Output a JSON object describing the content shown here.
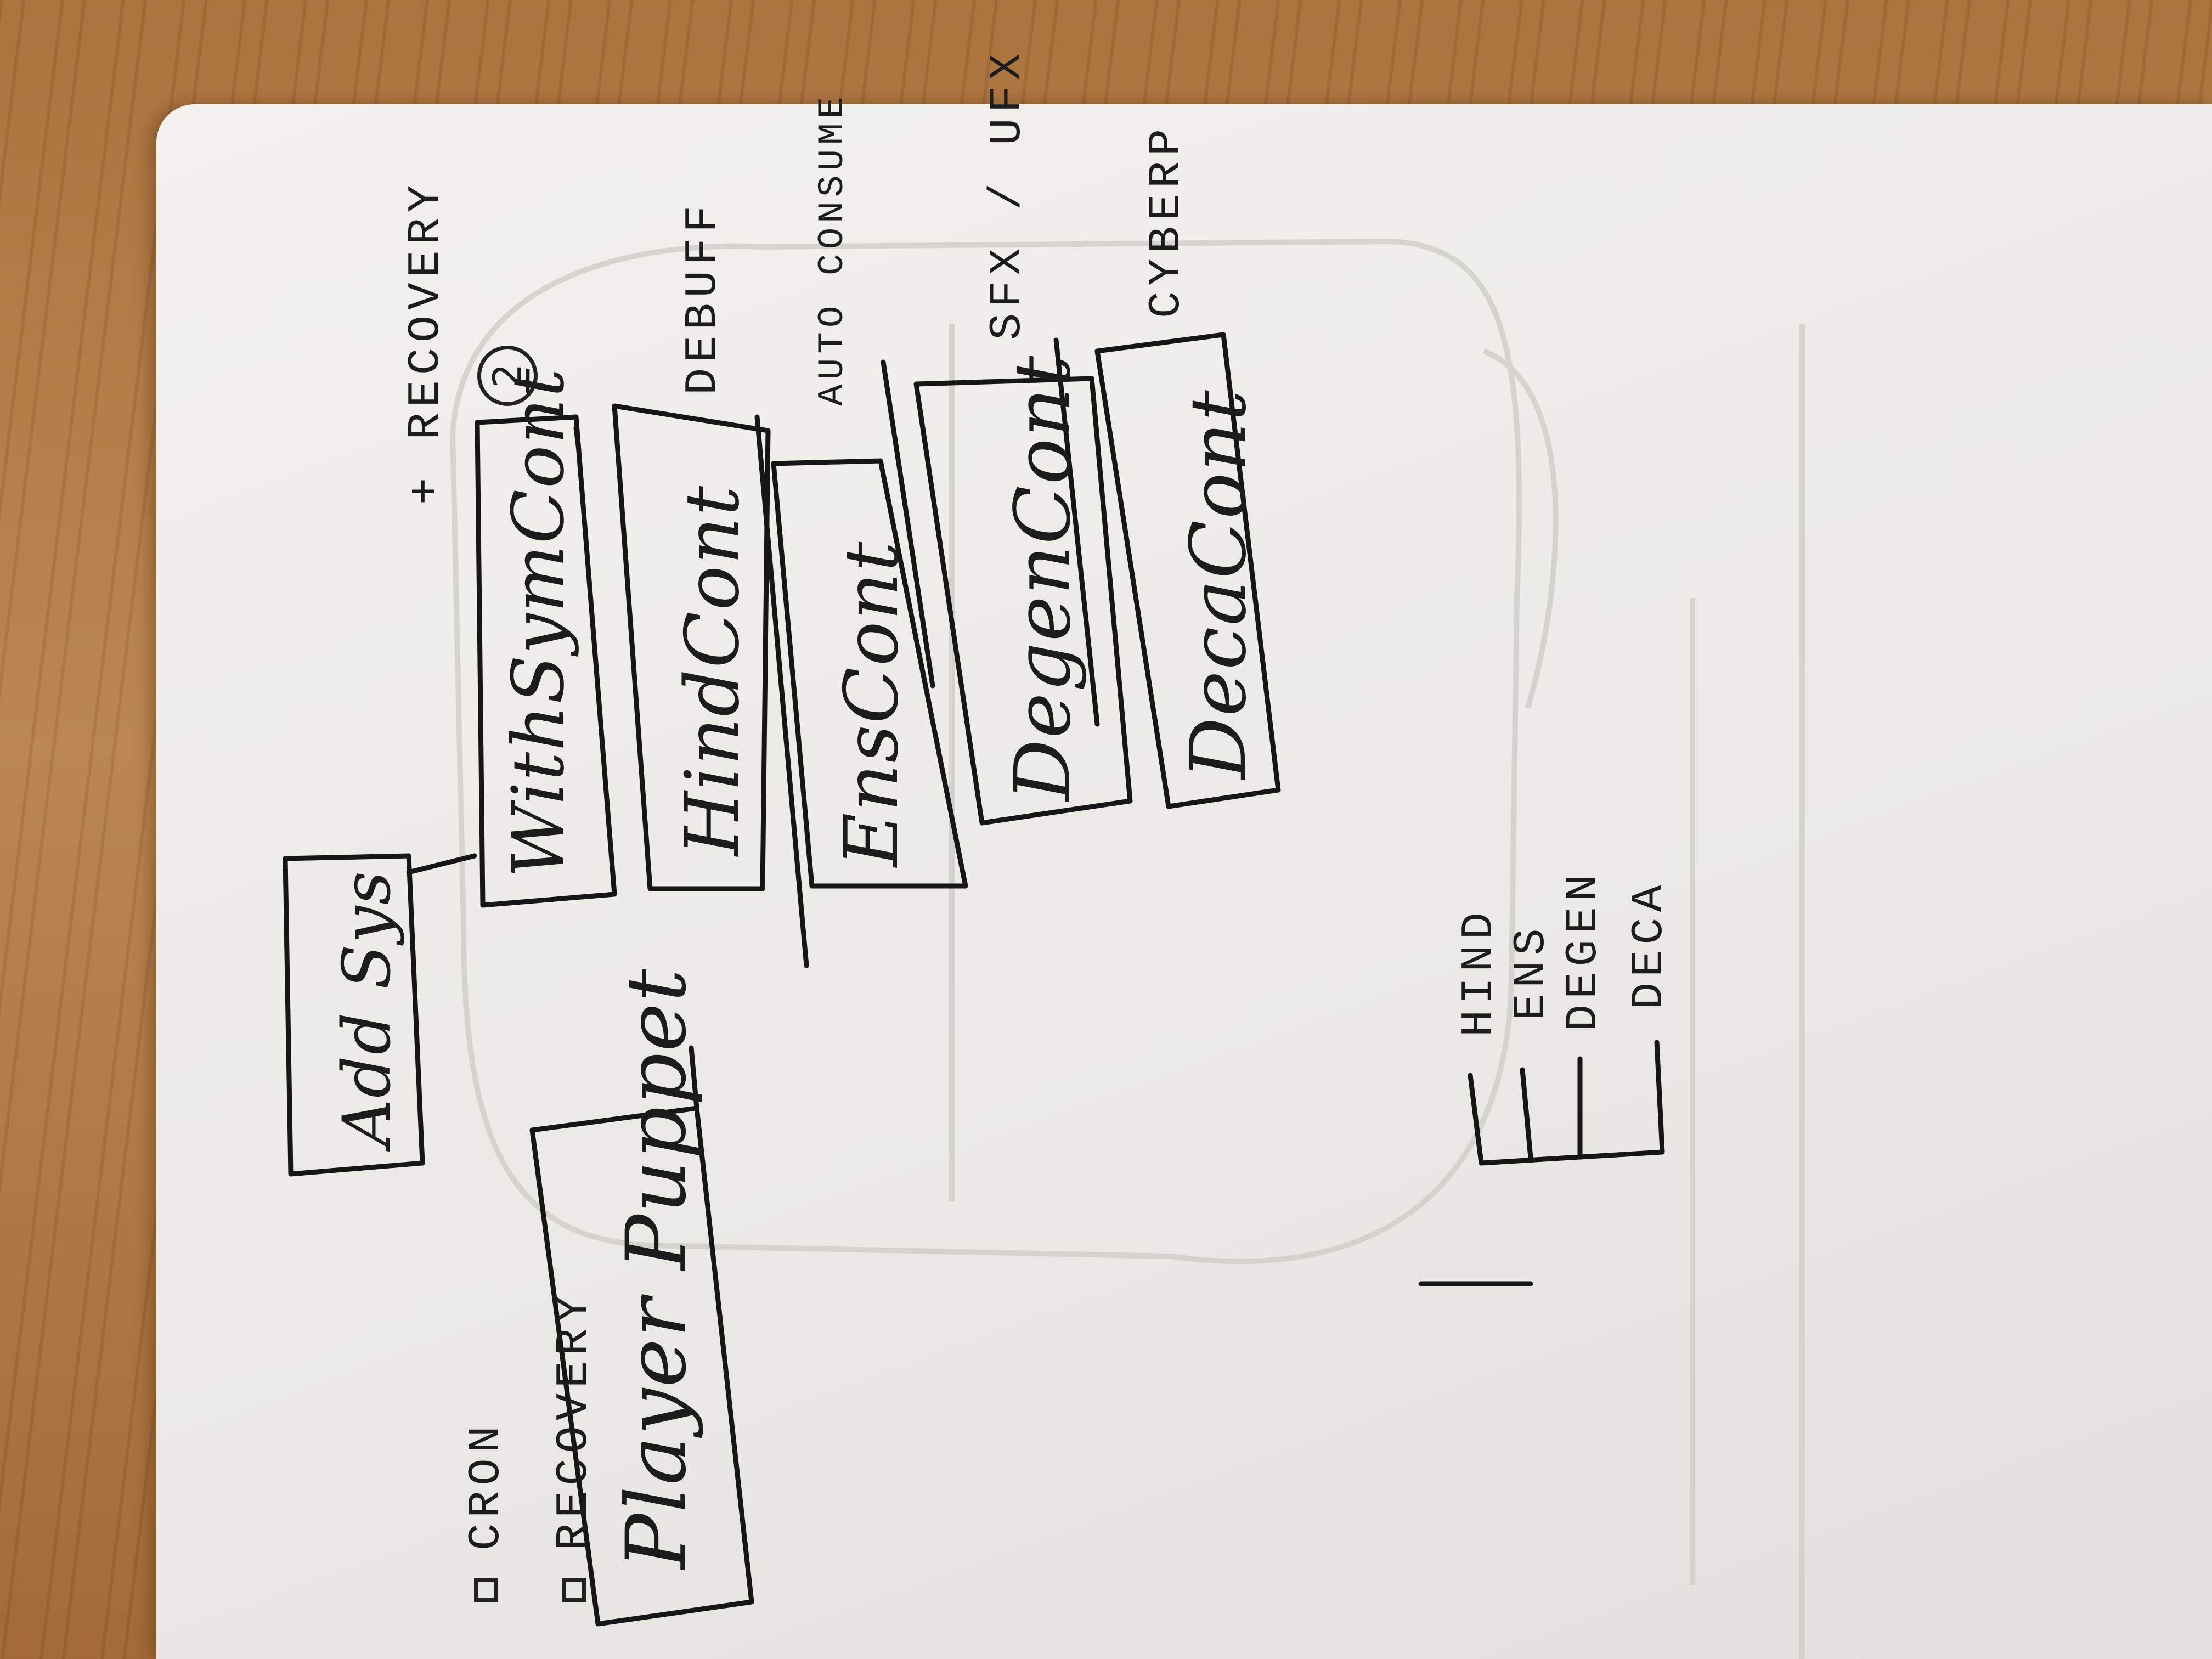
{
  "diagram": {
    "root": "Add Sys",
    "player": "Player Puppet",
    "components": [
      {
        "label": "WithSymCont",
        "note": "+ RECOVERY",
        "badge": "2"
      },
      {
        "label": "HindCont",
        "note": "DEBUFF"
      },
      {
        "label": "EnsCont",
        "note": "AUTO   CONSUME"
      },
      {
        "label": "DegenCont",
        "note": "SFX / UFX"
      },
      {
        "label": "DecaCont",
        "note": "CYBERP"
      }
    ],
    "checklist": [
      "CRON",
      "RECOVERY"
    ],
    "branches": [
      "HIND",
      "ENS",
      "DEGEN",
      "DECA"
    ]
  }
}
